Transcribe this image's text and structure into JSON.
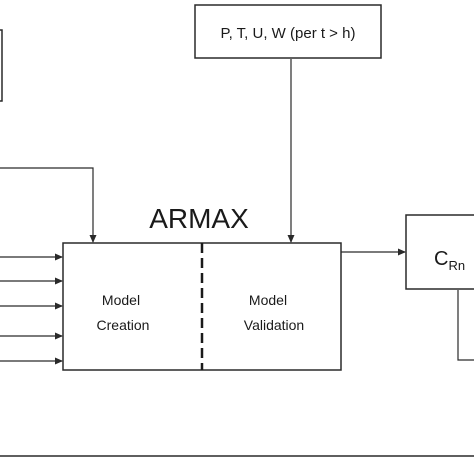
{
  "diagram": {
    "top_input_label": "P, T, U, W (per t > h)",
    "model_title": "ARMAX",
    "creation_line1": "Model",
    "creation_line2": "Creation",
    "validation_line1": "Model",
    "validation_line2": "Validation",
    "output_label_main": "C",
    "output_label_sub": "Rn"
  }
}
